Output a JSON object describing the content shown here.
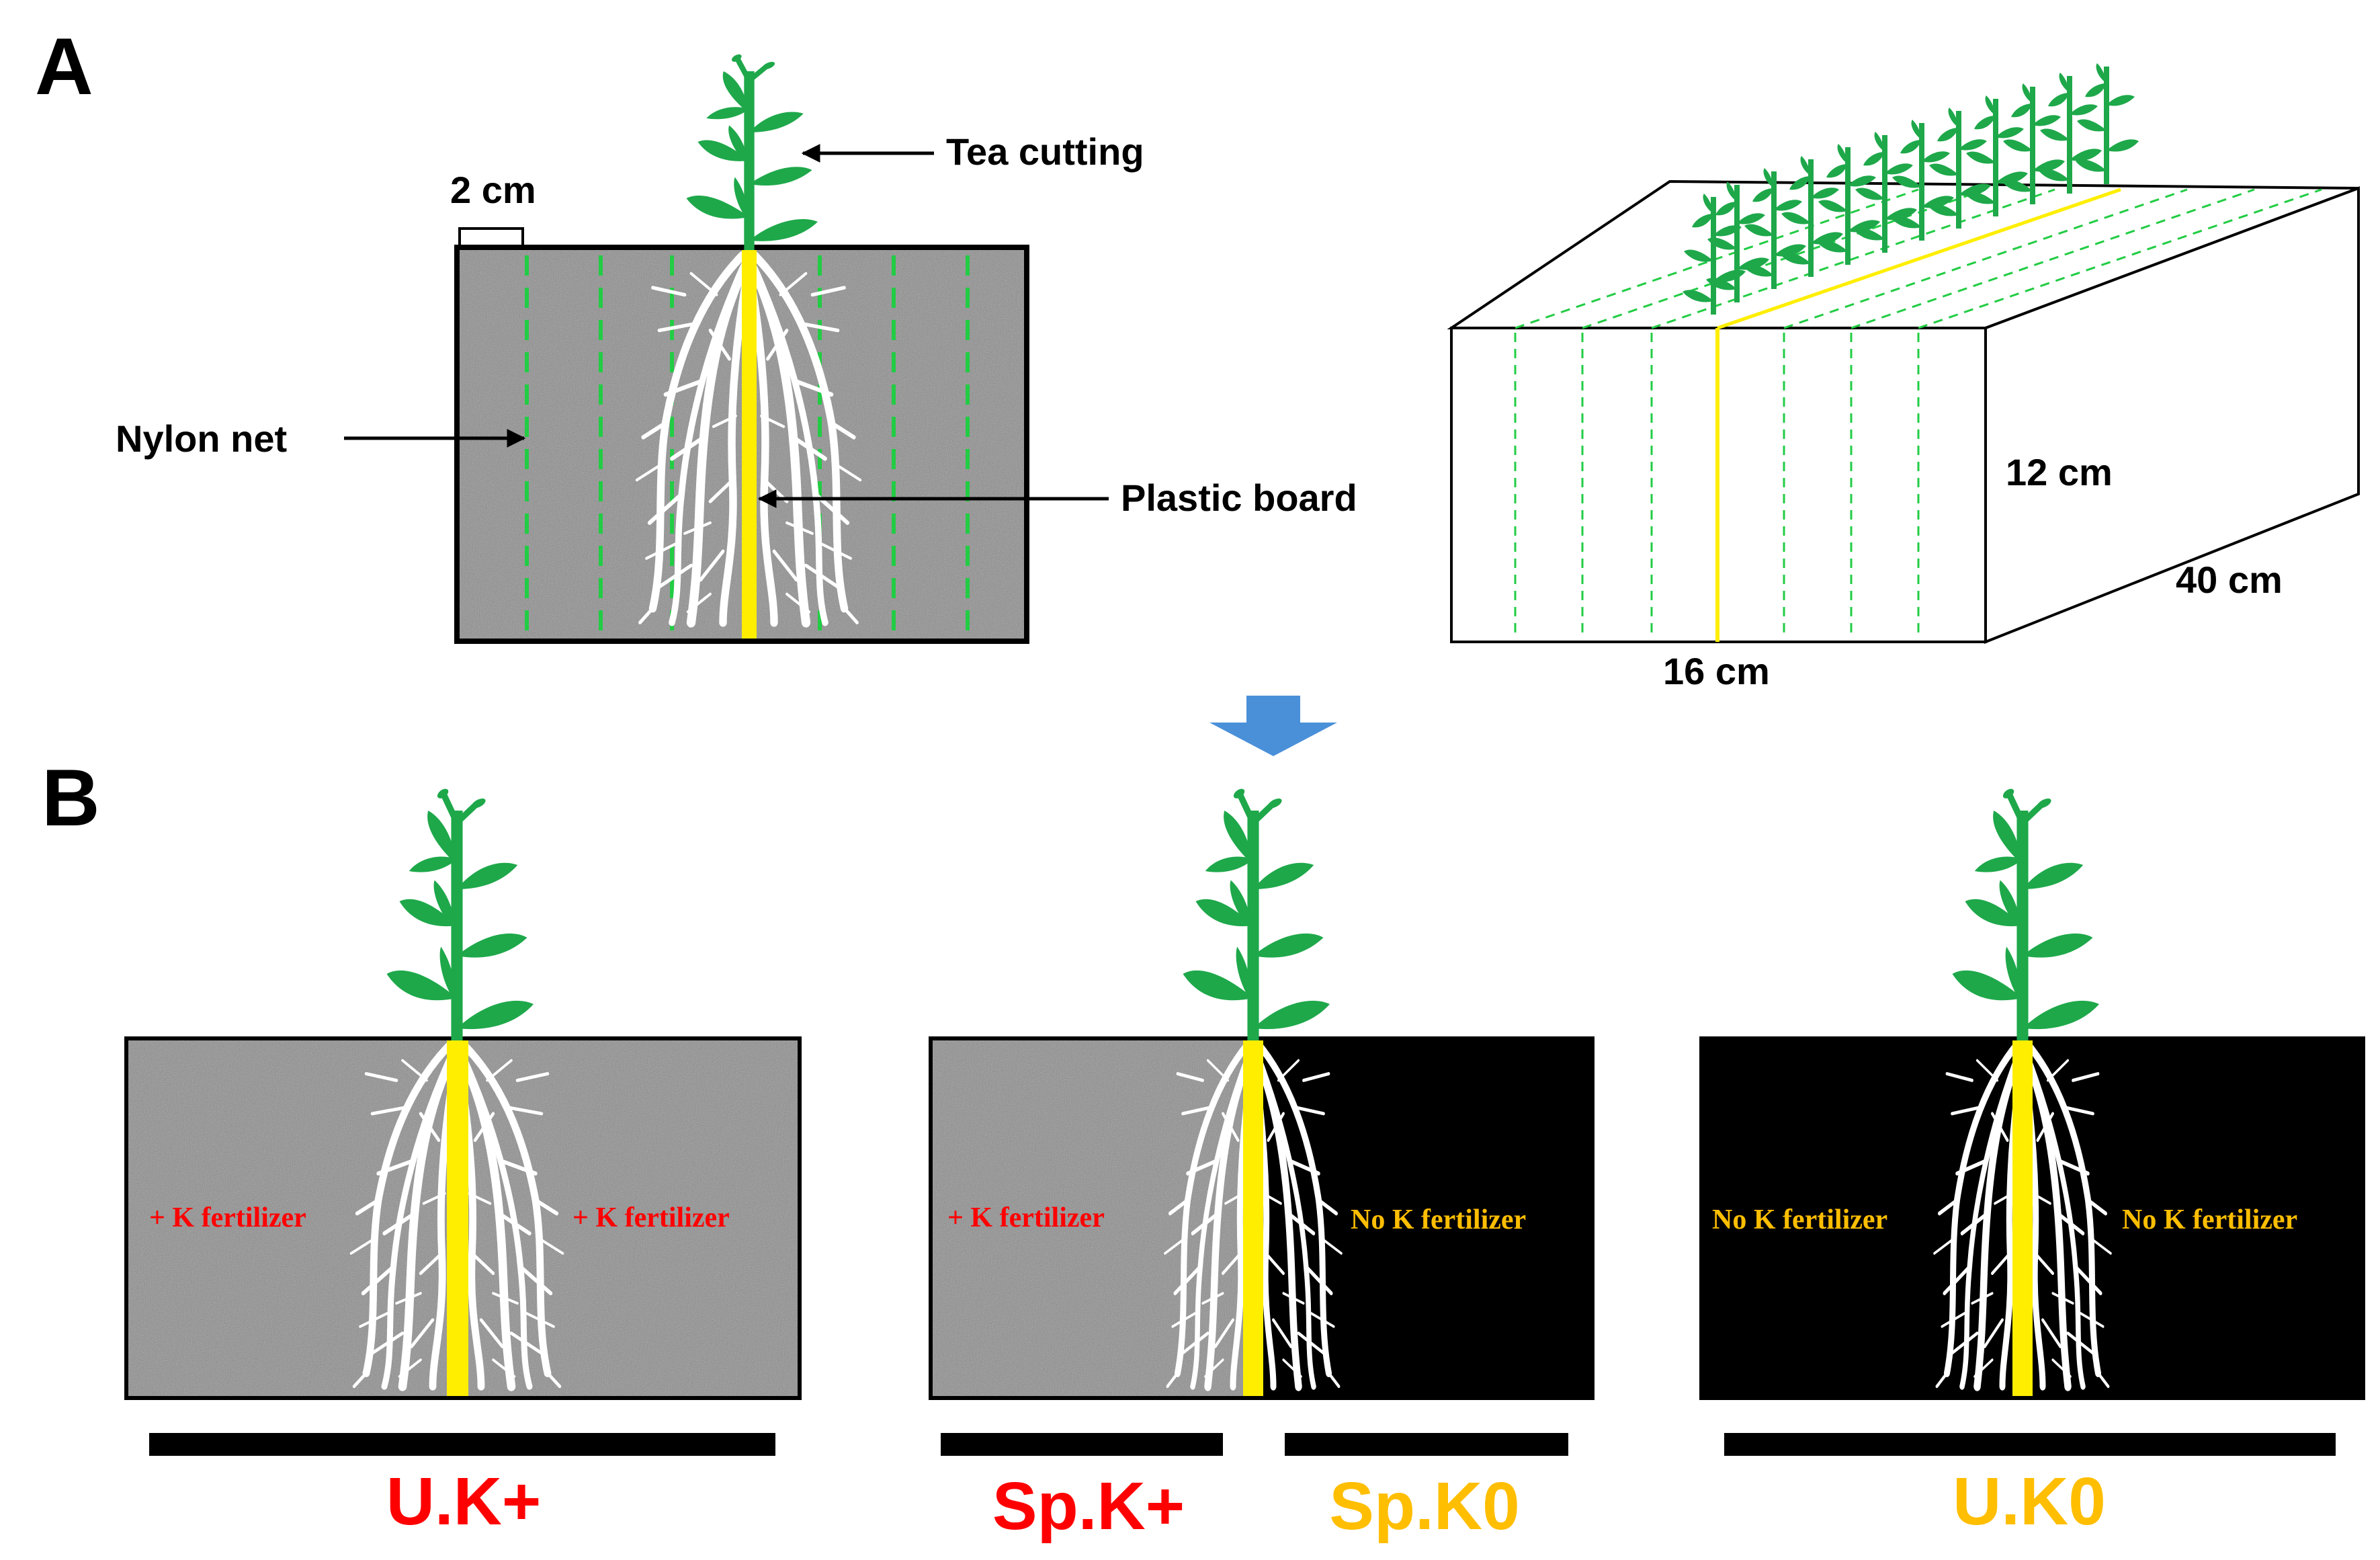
{
  "panels": {
    "a": {
      "letter": "A",
      "labels": {
        "tea_cutting": "Tea cutting",
        "width_2cm": "2 cm",
        "nylon_net": "Nylon net",
        "plastic_board": "Plastic board",
        "height": "12 cm",
        "depth": "40 cm",
        "width": "16 cm"
      }
    },
    "b": {
      "letter": "B",
      "treatments": [
        {
          "name": "U.K+",
          "left_label": "+ K fertilizer",
          "right_label": "+ K fertilizer"
        },
        {
          "name_left": "Sp.K+",
          "name_right": "Sp.K0",
          "left_label": "+ K fertilizer",
          "right_label": "No K fertilizer"
        },
        {
          "name": "U.K0",
          "left_label": "No K fertilizer",
          "right_label": "No K fertilizer"
        }
      ]
    }
  },
  "colors": {
    "plant_green": "#1ea84a",
    "board_yellow": "#ffee00",
    "net_green": "#22cc44",
    "soil_gray": "#8a8a8a",
    "k_plus_red": "#ff0000",
    "k_zero_orange": "#ffbe00",
    "arrow_blue": "#4a90d9"
  }
}
